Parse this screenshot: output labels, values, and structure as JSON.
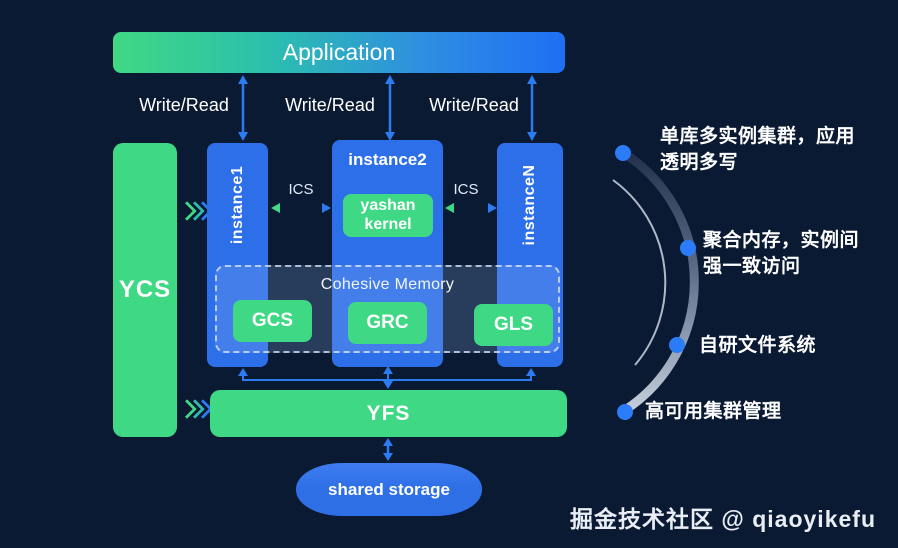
{
  "colors": {
    "background": "#0a1a33",
    "green": "#3fd884",
    "instance_blue": "#2d6fe9",
    "arrow_blue": "#2d7bf0",
    "app_gradient_start": "#40d884",
    "app_gradient_end": "#1f6ff5",
    "bullet_dot_blue": "#2b7cf8",
    "storage_blue": "#2e6fe6"
  },
  "application": {
    "label": "Application"
  },
  "write_read_labels": [
    "Write/Read",
    "Write/Read",
    "Write/Read"
  ],
  "ycs": {
    "label": "YCS"
  },
  "instances": [
    {
      "label": "instance1"
    },
    {
      "label": "instance2"
    },
    {
      "label": "instanceN"
    }
  ],
  "kernel": {
    "label": "yashan kernel"
  },
  "ics_labels": [
    {
      "label": "ICS"
    },
    {
      "label": "ICS"
    }
  ],
  "cohesive_memory": {
    "title": "Cohesive Memory",
    "items": [
      {
        "label": "GCS"
      },
      {
        "label": "GRC"
      },
      {
        "label": "GLS"
      }
    ]
  },
  "yfs": {
    "label": "YFS"
  },
  "shared_storage": {
    "label": "shared storage"
  },
  "features": [
    {
      "lines": [
        "单库多实例集群，应用",
        "透明多写"
      ]
    },
    {
      "lines": [
        "聚合内存，实例间",
        "强一致访问"
      ]
    },
    {
      "lines": [
        "自研文件系统"
      ]
    },
    {
      "lines": [
        "高可用集群管理"
      ]
    }
  ],
  "watermark": {
    "text": "掘金技术社区 @ qiaoyikefu"
  }
}
